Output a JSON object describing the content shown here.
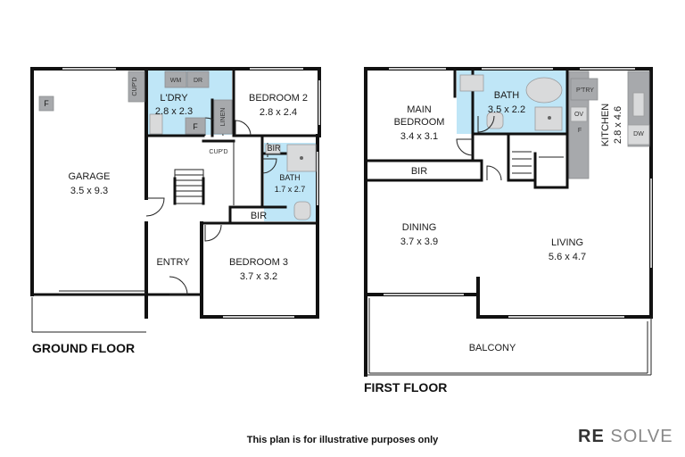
{
  "ground_floor": {
    "title": "GROUND FLOOR",
    "rooms": {
      "garage": {
        "name": "GARAGE",
        "size": "3.5 x 9.3"
      },
      "laundry": {
        "name": "L'DRY",
        "size": "2.8 x 2.3"
      },
      "bedroom2": {
        "name": "BEDROOM 2",
        "size": "2.8 x 2.4"
      },
      "bath": {
        "name": "BATH",
        "size": "1.7 x 2.7"
      },
      "bedroom3": {
        "name": "BEDROOM 3",
        "size": "3.7 x 3.2"
      },
      "entry": {
        "name": "ENTRY"
      }
    },
    "tags": {
      "garage_f": "F",
      "cupd_garage": "CUP'D",
      "wm": "WM",
      "dr": "DR",
      "laundry_f": "F",
      "linen": "LINEN",
      "cupd_hall": "CUP'D",
      "bir_bath": "BIR",
      "bir_bed3": "BIR"
    }
  },
  "first_floor": {
    "title": "FIRST FLOOR",
    "rooms": {
      "main_bedroom": {
        "name_1": "MAIN",
        "name_2": "BEDROOM",
        "size": "3.4 x 3.1"
      },
      "bath": {
        "name": "BATH",
        "size": "3.5 x 2.2"
      },
      "kitchen": {
        "name": "KITCHEN",
        "size": "2.8 x 4.6"
      },
      "dining": {
        "name": "DINING",
        "size": "3.7 x 3.9"
      },
      "living": {
        "name": "LIVING",
        "size": "5.6 x 4.7"
      },
      "balcony": {
        "name": "BALCONY"
      }
    },
    "tags": {
      "bir": "BIR",
      "pantry": "P'TRY",
      "ov": "OV",
      "f": "F",
      "dw": "DW"
    }
  },
  "disclaimer": "This plan is for illustrative purposes only",
  "brand": {
    "part1": "RE",
    "part2": "SOLVE"
  },
  "colors": {
    "wall": "#111111",
    "wet_area": "#bfe6f7",
    "fixture": "#a7a9ac"
  }
}
